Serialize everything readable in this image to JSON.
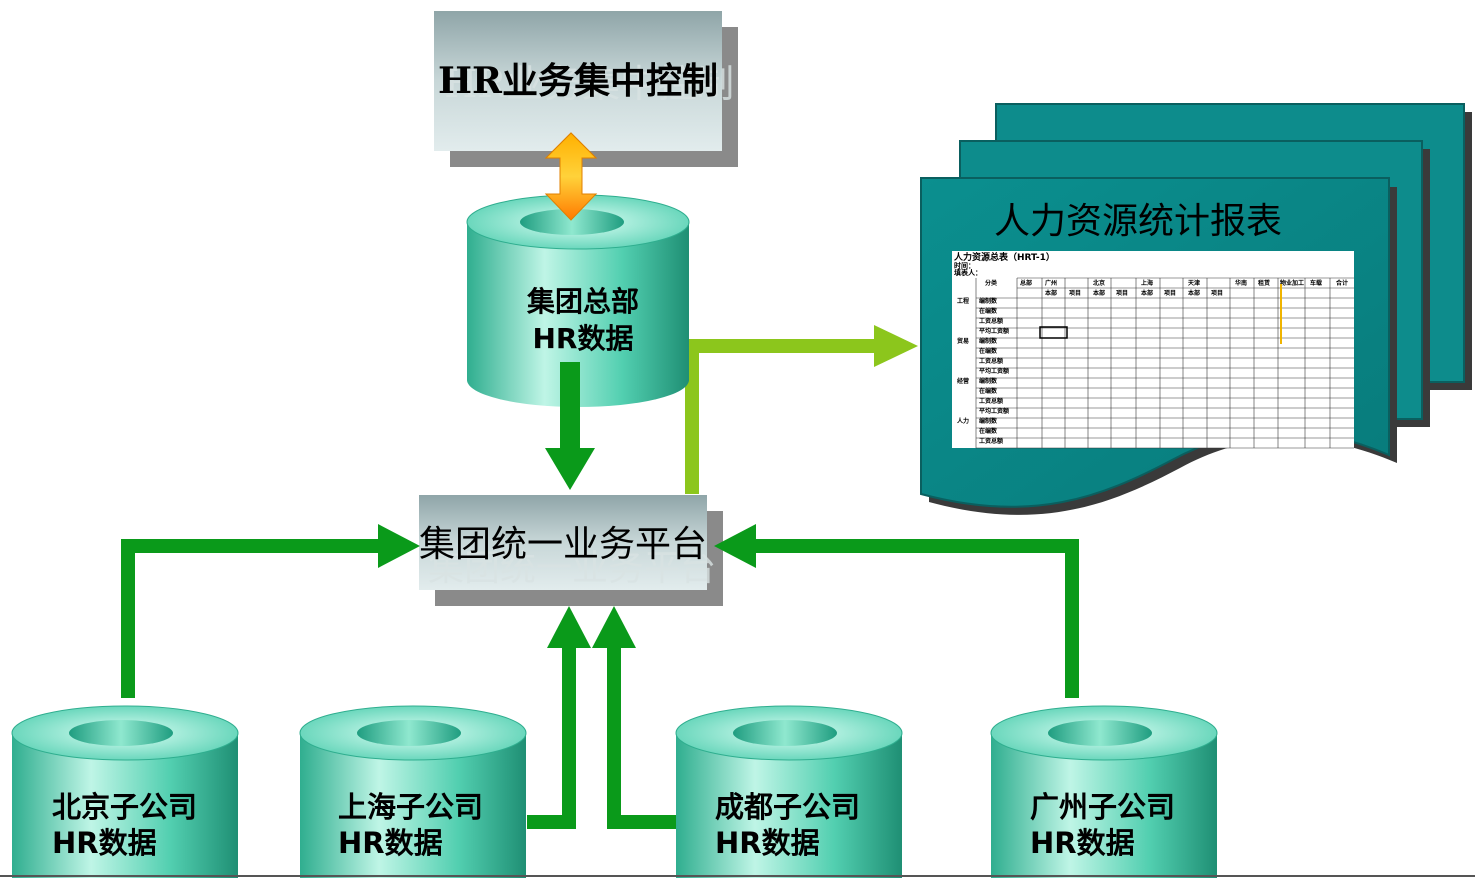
{
  "top_box": {
    "label": "HR业务集中控制"
  },
  "platform": {
    "label": "集团统一业务平台"
  },
  "hq_db": {
    "line1": "集团总部",
    "line2": "HR数据"
  },
  "subsidiaries": [
    {
      "line1": "北京子公司",
      "line2": "HR数据"
    },
    {
      "line1": "上海子公司",
      "line2": "HR数据"
    },
    {
      "line1": "成都子公司",
      "line2": "HR数据"
    },
    {
      "line1": "广州子公司",
      "line2": "HR数据"
    }
  ],
  "report": {
    "title": "人力资源统计报表",
    "sheet_title": "人力资源总表（HRT-1）",
    "sheet_meta_1": "时间：",
    "sheet_meta_2": "填表人：",
    "col_headers": [
      "分类",
      "总部",
      "广州",
      "北京",
      "上海",
      "天津",
      "华南",
      "租赁",
      "物业加工",
      "车载",
      "合计"
    ],
    "sub_headers": [
      "本部",
      "项目",
      "本部",
      "项目",
      "本部",
      "项目",
      "本部",
      "项目"
    ],
    "groups": [
      "工程",
      "贸易",
      "经营",
      "人力"
    ],
    "row_items": [
      "编制数",
      "在编数",
      "工资总额",
      "平均工资额"
    ]
  },
  "colors": {
    "arrow_green": "#0a9a1a",
    "arrow_light_green": "#8cc61c",
    "teal": "#0d8c8c",
    "cylinder": "#6fd9bd",
    "box_gray": "#aebfc2"
  }
}
